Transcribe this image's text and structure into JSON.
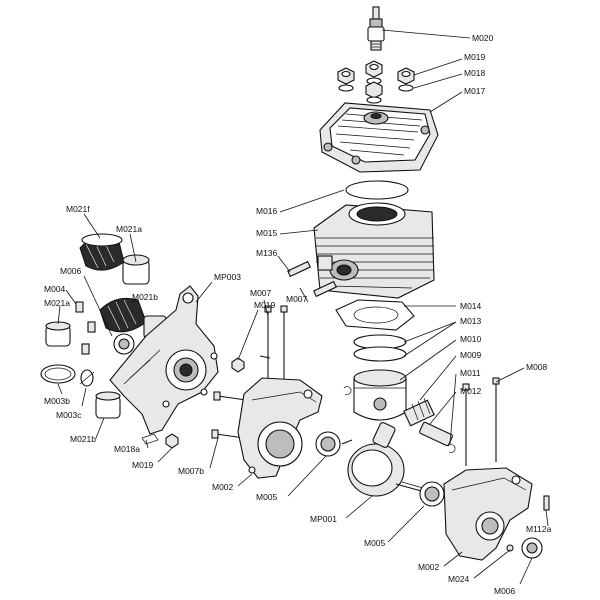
{
  "diagram": {
    "labels": [
      {
        "id": "M020",
        "text": "M020"
      },
      {
        "id": "M019_top",
        "text": "M019"
      },
      {
        "id": "M018",
        "text": "M018"
      },
      {
        "id": "M017",
        "text": "M017"
      },
      {
        "id": "M016",
        "text": "M016"
      },
      {
        "id": "M015",
        "text": "M015"
      },
      {
        "id": "M136",
        "text": "M136"
      },
      {
        "id": "M007_a",
        "text": "M007"
      },
      {
        "id": "M007_b",
        "text": "M007"
      },
      {
        "id": "M014",
        "text": "M014"
      },
      {
        "id": "M013",
        "text": "M013"
      },
      {
        "id": "M010",
        "text": "M010"
      },
      {
        "id": "M009",
        "text": "M009"
      },
      {
        "id": "M011",
        "text": "M011"
      },
      {
        "id": "M012",
        "text": "M012"
      },
      {
        "id": "M008",
        "text": "M008"
      },
      {
        "id": "M021f",
        "text": "M021f"
      },
      {
        "id": "M021a_top",
        "text": "M021a"
      },
      {
        "id": "M006_left",
        "text": "M006"
      },
      {
        "id": "M021b_top",
        "text": "M021b"
      },
      {
        "id": "MP003",
        "text": "MP003"
      },
      {
        "id": "M004",
        "text": "M004"
      },
      {
        "id": "M021a_left",
        "text": "M021a"
      },
      {
        "id": "M019_mid",
        "text": "M019"
      },
      {
        "id": "M003b",
        "text": "M003b"
      },
      {
        "id": "M003c",
        "text": "M003c"
      },
      {
        "id": "M021b_bot",
        "text": "M021b"
      },
      {
        "id": "M018a",
        "text": "M018a"
      },
      {
        "id": "M019_bot",
        "text": "M019"
      },
      {
        "id": "M007b",
        "text": "M007b"
      },
      {
        "id": "M002_left",
        "text": "M002"
      },
      {
        "id": "M005_left",
        "text": "M005"
      },
      {
        "id": "MP001",
        "text": "MP001"
      },
      {
        "id": "M005_bot",
        "text": "M005"
      },
      {
        "id": "M002_right",
        "text": "M002"
      },
      {
        "id": "M024",
        "text": "M024"
      },
      {
        "id": "M112a",
        "text": "M112a"
      },
      {
        "id": "M006_bot",
        "text": "M006"
      }
    ]
  }
}
